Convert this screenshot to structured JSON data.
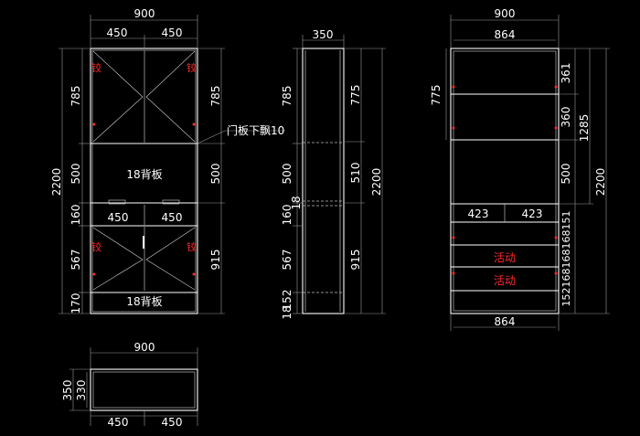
{
  "front_view": {
    "top_total": "900",
    "top_left": "450",
    "top_right": "450",
    "left_total": "2200",
    "left_upper": "785",
    "left_back": "500",
    "left_drawer": "160",
    "left_lower": "567",
    "left_base": "170",
    "right_upper": "785",
    "right_back": "500",
    "right_lower": "915",
    "back_panel_label": "18背板",
    "drawer_left": "450",
    "drawer_right": "450",
    "base_panel_label": "18背板",
    "door_note": "门板下飘10"
  },
  "side_view": {
    "top_depth": "350",
    "left_upper": "785",
    "left_back": "500",
    "left_board": "18",
    "left_drawer": "160",
    "left_lower": "567",
    "left_base": "152",
    "left_bottom_board": "18",
    "right_upper": "775",
    "right_mid": "510",
    "right_lower": "915",
    "right_total": "2200"
  },
  "inner_view": {
    "top_total": "900",
    "top_inner": "864",
    "left_upper": "775",
    "right_shelf1": "361",
    "right_shelf2": "360",
    "right_back": "500",
    "right_sub": "1285",
    "right_total": "2200",
    "drawer_left": "423",
    "drawer_right": "423",
    "movable_1": "活动",
    "movable_2": "活动",
    "drawer_stack": "152168168168151",
    "bottom_inner": "864"
  },
  "plan_view": {
    "top_total": "900",
    "left_depth": "350",
    "left_inner": "330",
    "bottom_left": "450",
    "bottom_right": "450"
  },
  "hinge_glyph": "铰"
}
